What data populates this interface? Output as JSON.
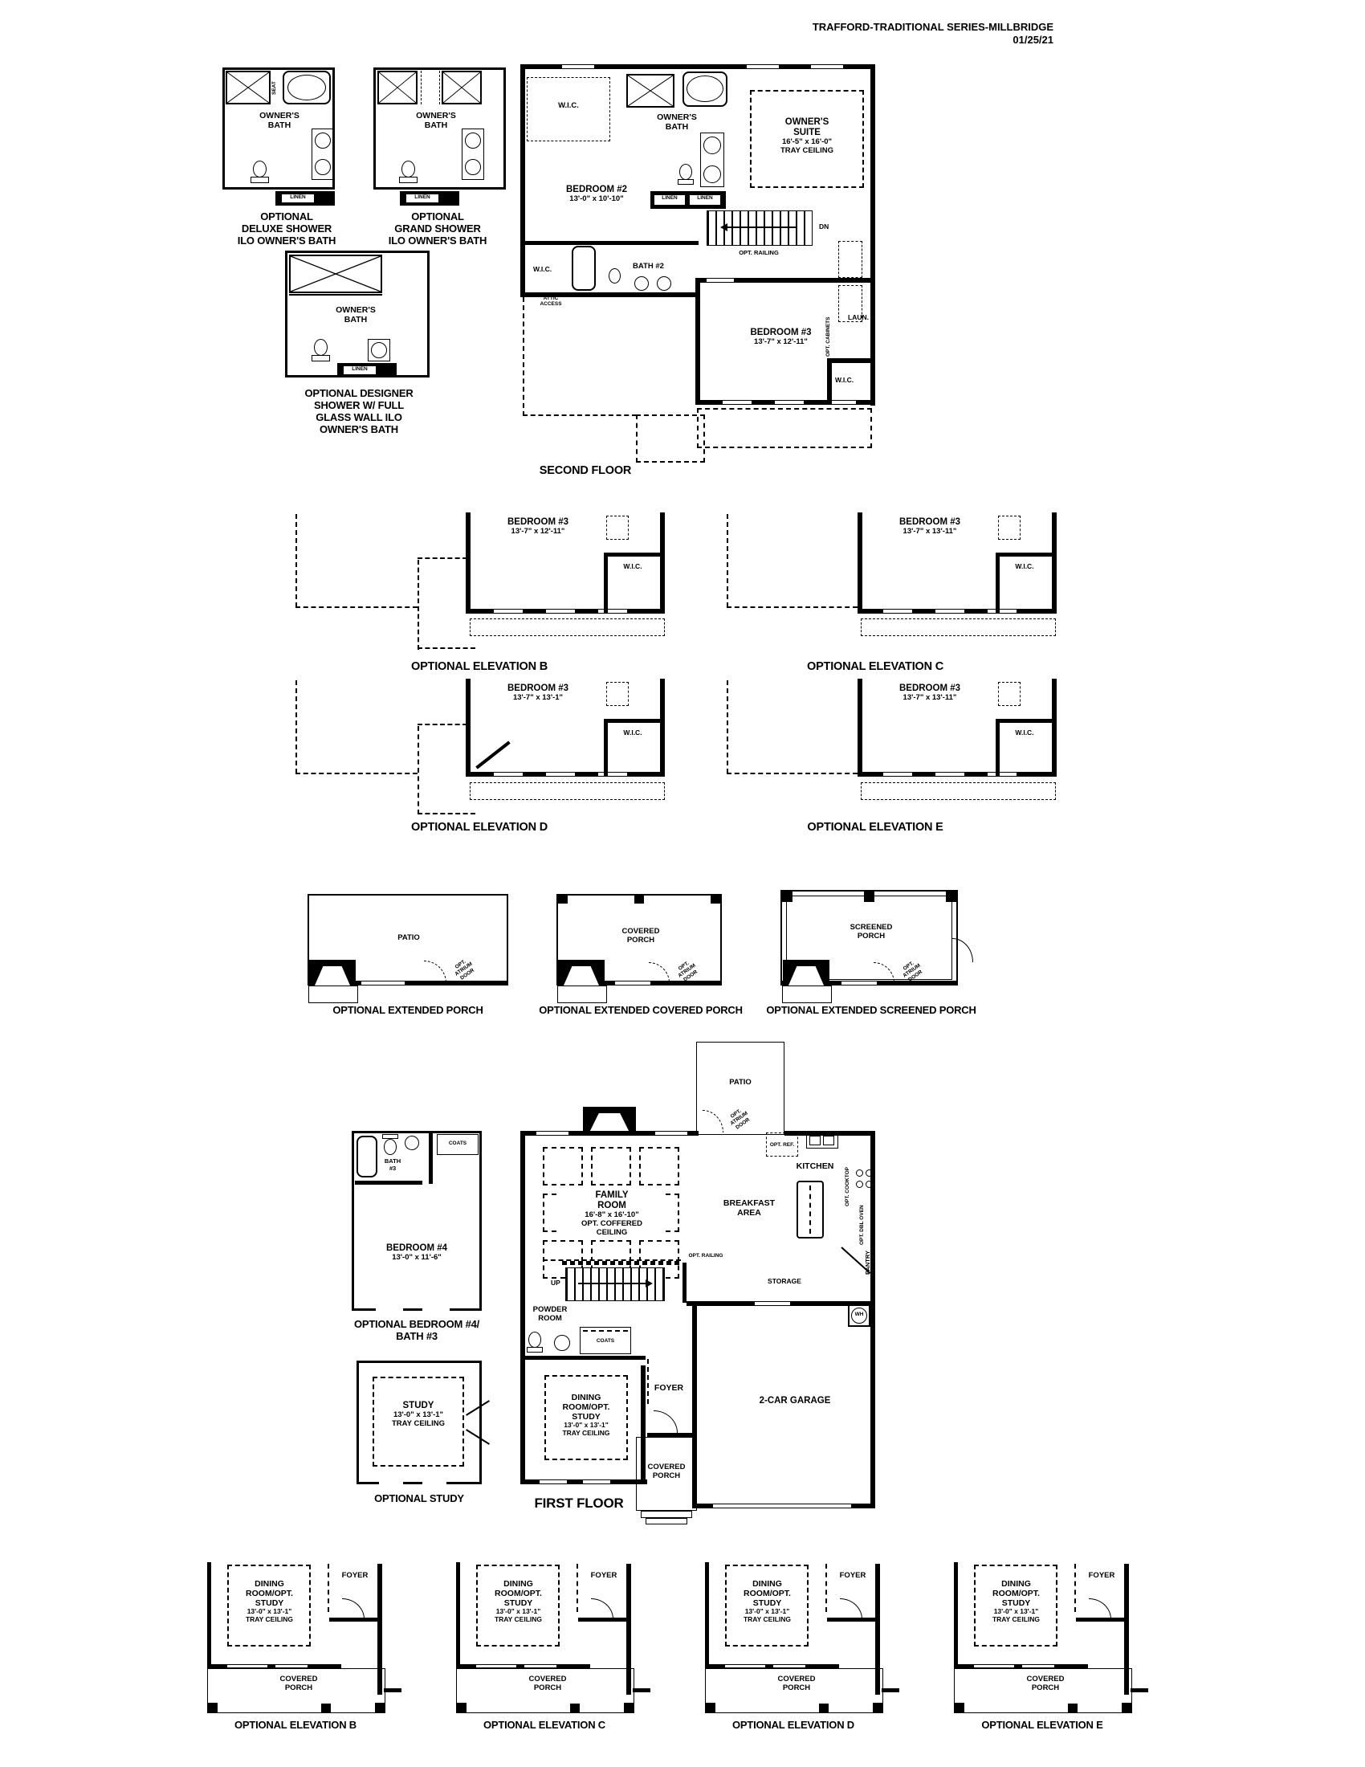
{
  "header": {
    "title": "TRAFFORD-TRADITIONAL SERIES-MILLBRIDGE",
    "date": "01/25/21"
  },
  "shower_options": {
    "deluxe": {
      "caption": [
        "OPTIONAL",
        "DELUXE SHOWER",
        "ILO OWNER'S BATH"
      ],
      "room": [
        "OWNER'S",
        "BATH"
      ],
      "seat": "SEAT",
      "linen": "LINEN"
    },
    "grand": {
      "caption": [
        "OPTIONAL",
        "GRAND SHOWER",
        "ILO OWNER'S BATH"
      ],
      "room": [
        "OWNER'S",
        "BATH"
      ],
      "linen": "LINEN"
    },
    "designer": {
      "caption": [
        "OPTIONAL DESIGNER",
        "SHOWER W/ FULL",
        "GLASS WALL ILO",
        "OWNER'S BATH"
      ],
      "room": [
        "OWNER'S",
        "BATH"
      ],
      "linen": "LINEN"
    }
  },
  "second_floor": {
    "caption": "SECOND FLOOR",
    "owners_suite": [
      "OWNER'S",
      "SUITE",
      "16'-5\" x 16'-0\"",
      "TRAY CEILING"
    ],
    "owners_bath": [
      "OWNER'S",
      "BATH"
    ],
    "bedroom2": [
      "BEDROOM #2",
      "13'-0\" x 10'-10\""
    ],
    "bedroom3": [
      "BEDROOM #3",
      "13'-7\" x 12'-11\""
    ],
    "bath2": "BATH #2",
    "wic1": "W.I.C.",
    "wic2": "W.I.C.",
    "wic3": "W.I.C.",
    "linen1": "LINEN",
    "linen2": "LINEN",
    "laundry": "LAUN.",
    "attic": [
      "ATTIC",
      "ACCESS"
    ],
    "opt_railing": "OPT. RAILING",
    "opt_cabinets": "OPT. CABINETS",
    "dn": "DN"
  },
  "bedroom3_elevations": [
    {
      "caption": "OPTIONAL ELEVATION B",
      "room": [
        "BEDROOM #3",
        "13'-7\" x 12'-11\""
      ],
      "wic": "W.I.C."
    },
    {
      "caption": "OPTIONAL ELEVATION C",
      "room": [
        "BEDROOM #3",
        "13'-7\" x 13'-11\""
      ],
      "wic": "W.I.C."
    },
    {
      "caption": "OPTIONAL ELEVATION D",
      "room": [
        "BEDROOM #3",
        "13'-7\" x 13'-1\""
      ],
      "wic": "W.I.C."
    },
    {
      "caption": "OPTIONAL ELEVATION E",
      "room": [
        "BEDROOM #3",
        "13'-7\" x 13'-11\""
      ],
      "wic": "W.I.C."
    }
  ],
  "porch_options": [
    {
      "caption": "OPTIONAL EXTENDED PORCH",
      "room": [
        "PATIO"
      ],
      "door": [
        "OPT.",
        "ATRIUM",
        "DOOR"
      ]
    },
    {
      "caption": "OPTIONAL EXTENDED COVERED PORCH",
      "room": [
        "COVERED",
        "PORCH"
      ],
      "door": [
        "OPT.",
        "ATRIUM",
        "DOOR"
      ]
    },
    {
      "caption": "OPTIONAL EXTENDED SCREENED PORCH",
      "room": [
        "SCREENED",
        "PORCH"
      ],
      "door": [
        "OPT.",
        "ATRIUM",
        "DOOR"
      ]
    }
  ],
  "bedroom4_option": {
    "caption": [
      "OPTIONAL BEDROOM #4/",
      "BATH #3"
    ],
    "room": [
      "BEDROOM #4",
      "13'-0\" x 11'-6\""
    ],
    "bath": [
      "BATH",
      "#3"
    ],
    "coats": "COATS"
  },
  "study_option": {
    "caption": "OPTIONAL STUDY",
    "room": [
      "STUDY",
      "13'-0\" x 13'-1\"",
      "TRAY CEILING"
    ]
  },
  "first_floor": {
    "caption": "FIRST FLOOR",
    "patio": "PATIO",
    "family_room": [
      "FAMILY",
      "ROOM",
      "16'-8\" x 16'-10\"",
      "OPT. COFFERED",
      "CEILING"
    ],
    "kitchen": "KITCHEN",
    "breakfast": [
      "BREAKFAST",
      "AREA"
    ],
    "dining": [
      "DINING",
      "ROOM/OPT.",
      "STUDY",
      "13'-0\" x 13'-1\"",
      "TRAY CEILING"
    ],
    "garage": "2-CAR GARAGE",
    "foyer": "FOYER",
    "powder": [
      "POWDER",
      "ROOM"
    ],
    "coats": "COATS",
    "storage": "STORAGE",
    "covered_porch": [
      "COVERED",
      "PORCH"
    ],
    "up": "UP",
    "wh": "WH",
    "opt_railing": "OPT. RAILING",
    "opt_ref": "OPT. REF.",
    "opt_cooktop": "OPT. COOKTOP",
    "opt_dbl_oven": "OPT. DBL OVEN",
    "pantry": "PANTRY",
    "atrium_door": [
      "OPT.",
      "ATRIUM",
      "DOOR"
    ]
  },
  "dining_elevations": [
    {
      "caption": "OPTIONAL ELEVATION B",
      "room": [
        "DINING",
        "ROOM/OPT.",
        "STUDY",
        "13'-0\" x 13'-1\"",
        "TRAY CEILING"
      ],
      "foyer": "FOYER",
      "porch": [
        "COVERED",
        "PORCH"
      ]
    },
    {
      "caption": "OPTIONAL ELEVATION C",
      "room": [
        "DINING",
        "ROOM/OPT.",
        "STUDY",
        "13'-0\" x 13'-1\"",
        "TRAY CEILING"
      ],
      "foyer": "FOYER",
      "porch": [
        "COVERED",
        "PORCH"
      ]
    },
    {
      "caption": "OPTIONAL ELEVATION D",
      "room": [
        "DINING",
        "ROOM/OPT.",
        "STUDY",
        "13'-0\" x 13'-1\"",
        "TRAY CEILING"
      ],
      "foyer": "FOYER",
      "porch": [
        "COVERED",
        "PORCH"
      ]
    },
    {
      "caption": "OPTIONAL ELEVATION E",
      "room": [
        "DINING",
        "ROOM/OPT.",
        "STUDY",
        "13'-0\" x 13'-1\"",
        "TRAY CEILING"
      ],
      "foyer": "FOYER",
      "porch": [
        "COVERED",
        "PORCH"
      ]
    }
  ]
}
